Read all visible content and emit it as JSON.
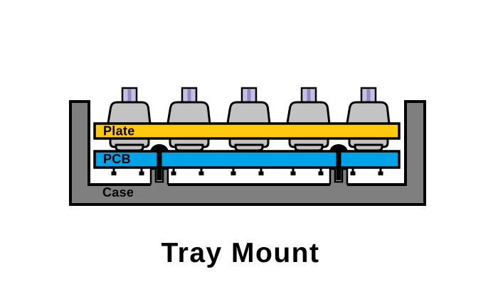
{
  "title": "Tray Mount",
  "diagram": {
    "plate_label": "Plate",
    "pcb_label": "PCB",
    "case_label": "Case",
    "switch_count": 5,
    "screw_count": 2
  },
  "colors": {
    "plate": "#FFC90E",
    "pcb": "#00A2E8",
    "case-gray": "#7F7F7F",
    "switch-body": "#C3C3C3",
    "switch-stem": "#C8BFE7",
    "switch-stem-stripe": "#8F8BBD",
    "screw": "#000000",
    "outline": "#000000",
    "background": "#FFFFFF"
  }
}
